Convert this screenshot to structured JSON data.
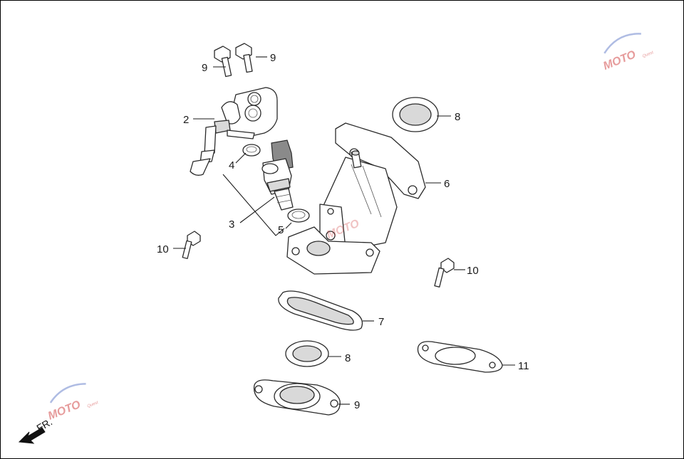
{
  "callouts": [
    {
      "id": "c9a",
      "label": "9"
    },
    {
      "id": "c9b",
      "label": "9"
    },
    {
      "id": "c2",
      "label": "2"
    },
    {
      "id": "c8a",
      "label": "8"
    },
    {
      "id": "c4",
      "label": "4"
    },
    {
      "id": "c6",
      "label": "6"
    },
    {
      "id": "c3",
      "label": "3"
    },
    {
      "id": "c5",
      "label": "5"
    },
    {
      "id": "c10a",
      "label": "10"
    },
    {
      "id": "c10b",
      "label": "10"
    },
    {
      "id": "c7",
      "label": "7"
    },
    {
      "id": "c8b",
      "label": "8"
    },
    {
      "id": "c11",
      "label": "11"
    },
    {
      "id": "c9c",
      "label": "9"
    }
  ],
  "watermark": {
    "brand": "MOTO",
    "subtitle": "Quest"
  },
  "direction_label": "FR.",
  "colors": {
    "line": "#1a1a1a",
    "watermark": "#d24a4a",
    "part_fill": "#ffffff",
    "shade": "#d9d9d9"
  }
}
